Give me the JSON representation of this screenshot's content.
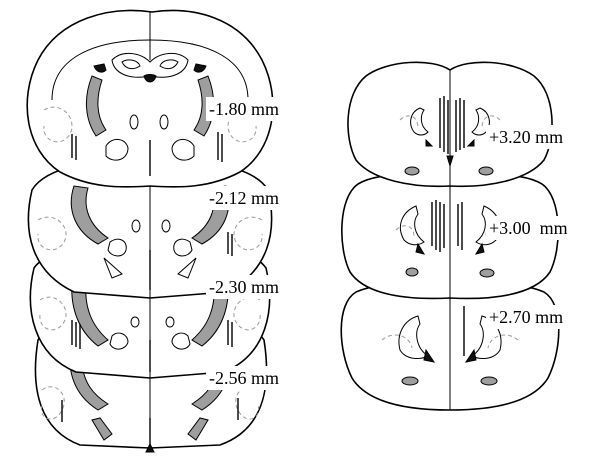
{
  "left_panel": {
    "labels": [
      "-1.80 mm",
      "-2.12 mm",
      "-2.30 mm",
      "-2.56 mm"
    ]
  },
  "right_panel": {
    "labels": [
      "+3.20 mm",
      "+3.00  mm",
      "+2.70 mm"
    ]
  },
  "colors": {
    "outline": "#000000",
    "fill": "#ffffff",
    "structure_gray": "#9e9e9e",
    "dashed_lines": "#9a9a9a"
  }
}
